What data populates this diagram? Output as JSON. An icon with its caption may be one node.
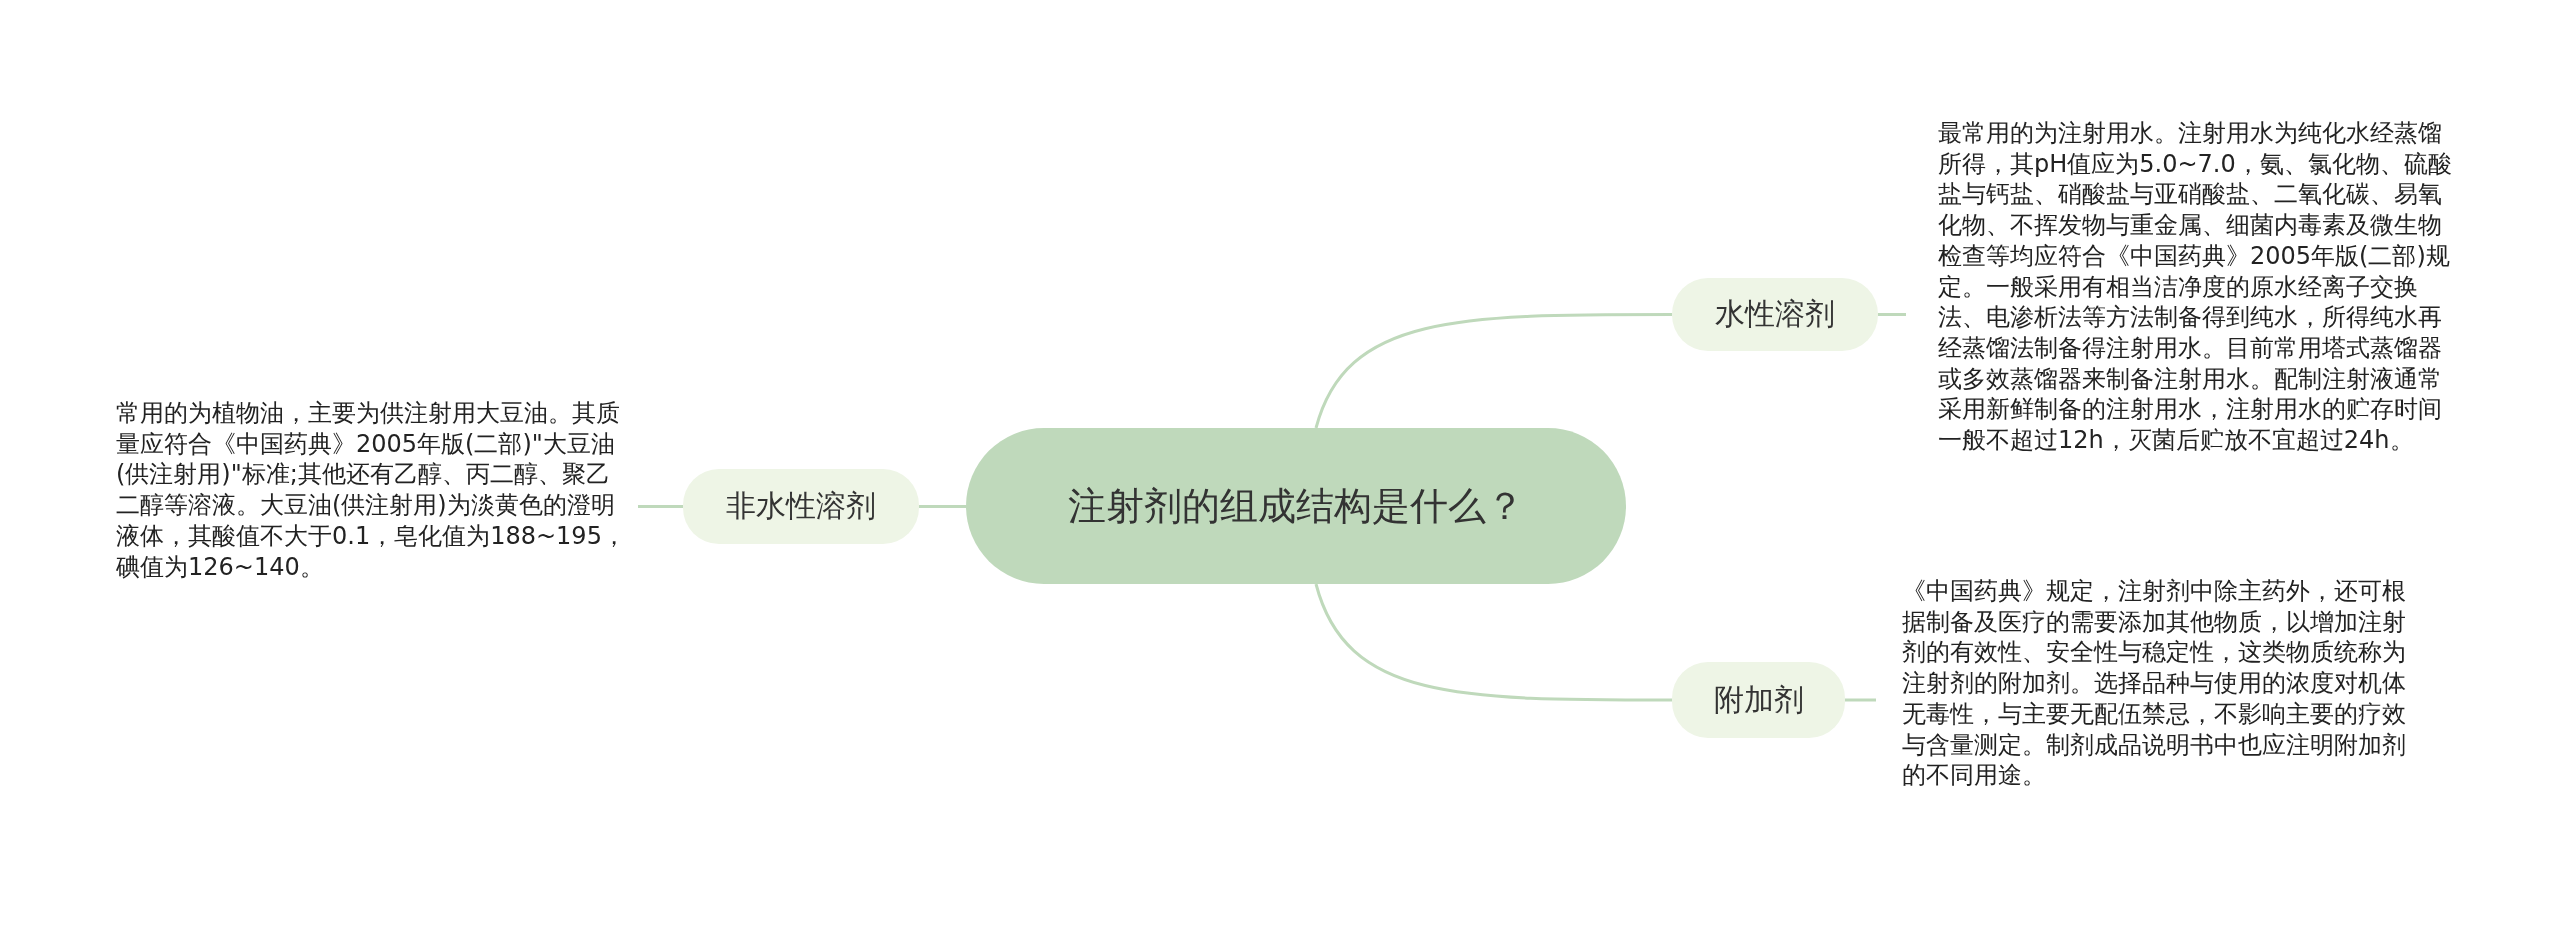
{
  "diagram": {
    "nodes": [
      {
        "text": [
          "注射剂的组成结构是什么？"
        ]
      },
      {
        "text": [
          "水性溶剂"
        ]
      },
      {
        "text": [
          "最常用的为注射用水。注射用水为纯化水经蒸馏所得，其pH值应为5.0~7.0，氨、氯化物、硫酸盐与钙盐、硝酸盐与亚硝酸盐、二氧化碳、易氧化物、不挥发物与重金属、细菌内毒素及微生物检查等均应符合《中国药典》2005年版(二部)规定。一般采用有相当洁净度的原水经离子交换法、电渗析法等方法制备得到纯水，所得纯水再经蒸馏法制备得注射用水。目前常用塔式蒸馏器或多效蒸馏器来制备注射用水。配制注射液通常采用新鲜制备的注射用水，注射用水的贮存时间一般不超过12h，灭菌后贮放不宜超过24h。"
        ]
      },
      {
        "text": [
          "附加剂"
        ]
      },
      {
        "text": [
          "《中国药典》规定，注射剂中除主药外，还可根据制备及医疗的需要添加其他物质，以增加注射剂的有效性、安全性与稳定性，这类物质统称为注射剂的附加剂。选择品种与使用的浓度对机体无毒性，与主要无配伍禁忌，不影响主要的疗效与含量测定。制剂成品说明书中也应注明附加剂的不同用途。"
        ]
      },
      {
        "text": [
          "非水性溶剂"
        ]
      },
      {
        "text": [
          "常用的为植物油，主要为供注射用大豆油。其质量应符合《中国药典》2005年版(二部)\"大豆油(供注射用)\"标准;其他还有乙醇、丙二醇、聚乙二醇等溶液。大豆油(供注射用)为淡黄色的澄明液体，其酸值不大于0.1，皂化值为188~195，碘值为126~140。"
        ]
      }
    ],
    "edges": [
      {
        "from": 0,
        "to": 1,
        "arrow": "none"
      },
      {
        "from": 1,
        "to": 2,
        "arrow": "none"
      },
      {
        "from": 0,
        "to": 3,
        "arrow": "none"
      },
      {
        "from": 3,
        "to": 4,
        "arrow": "none"
      },
      {
        "from": 0,
        "to": 5,
        "arrow": "none"
      },
      {
        "from": 5,
        "to": 6,
        "arrow": "none"
      }
    ]
  }
}
